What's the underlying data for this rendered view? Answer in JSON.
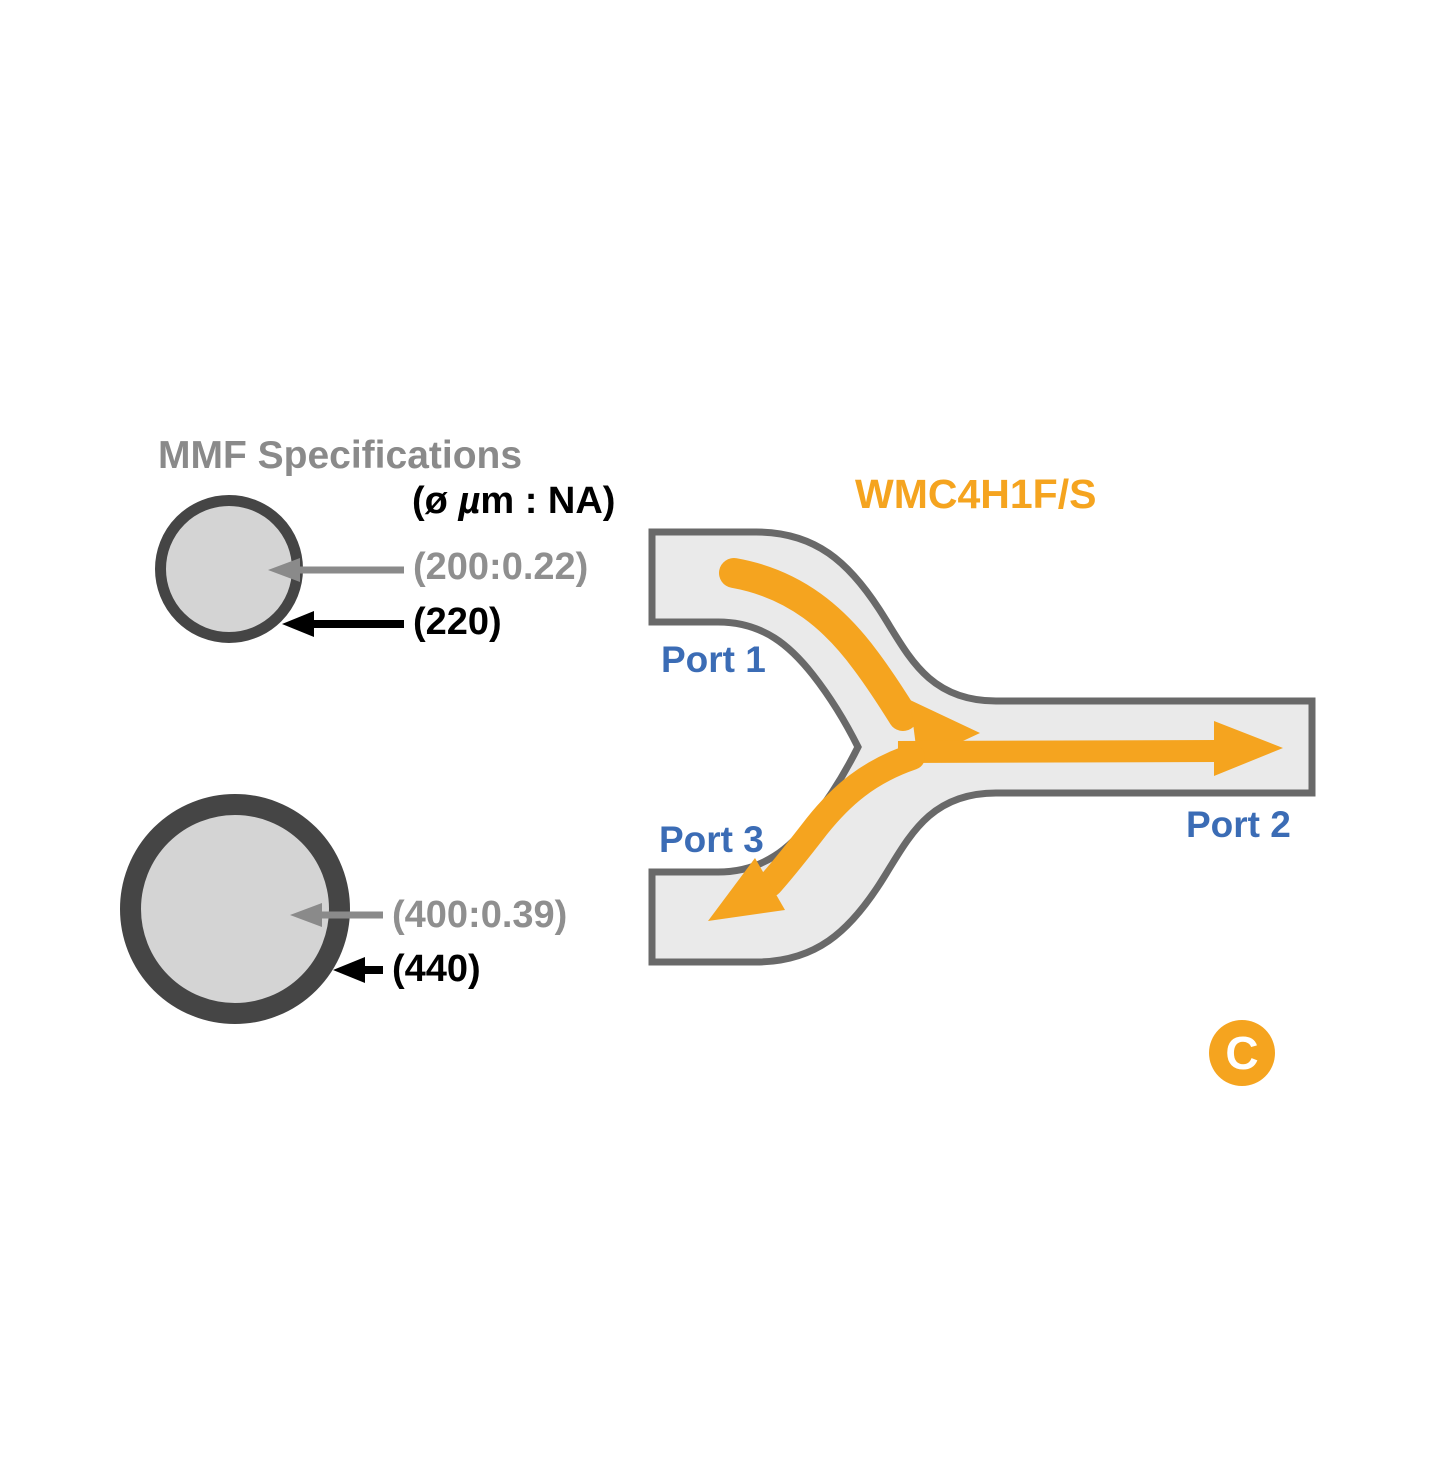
{
  "diagram": {
    "kind": "fiber-optic Y-coupler schematic",
    "spec_panel": {
      "title": "MMF Specifications",
      "header": {
        "part1": "(ø ",
        "mu": "µ",
        "part2": "m : NA)"
      },
      "fibers": [
        {
          "core_label": "(200:0.22)",
          "cladding_label": "(220)"
        },
        {
          "core_label": "(400:0.39)",
          "cladding_label": "(440)"
        }
      ]
    },
    "coupler": {
      "model": "WMC4H1F/S",
      "ports": [
        {
          "label": "Port 1"
        },
        {
          "label": "Port 2"
        },
        {
          "label": "Port 3"
        }
      ]
    },
    "badge": {
      "letter": "C"
    },
    "colors": {
      "orange": "#f5a41f",
      "port_blue": "#3b6cb5",
      "gray_text": "#8a8a8a",
      "fiber_core_fill": "#d4d4d4",
      "fiber_cladding_ring": "#454545",
      "coupler_fill": "#eaeaea",
      "coupler_outline": "#696969",
      "black": "#000000",
      "white": "#ffffff"
    }
  }
}
